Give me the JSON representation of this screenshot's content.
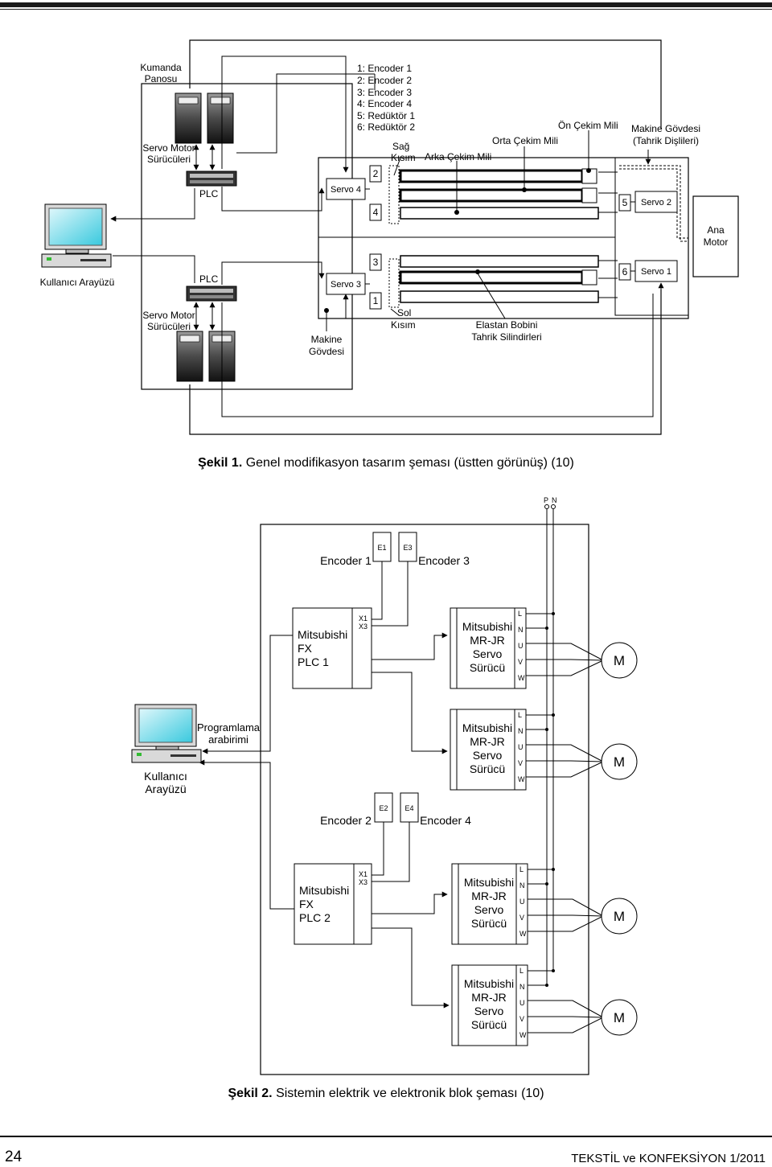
{
  "figure1": {
    "caption_label": "Şekil 1.",
    "caption_text": " Genel modifikasyon tasarım şeması (üstten görünüş) (10)",
    "legend": [
      "1: Encoder 1",
      "2: Encoder 2",
      "3: Encoder 3",
      "4: Encoder 4",
      "5: Redüktör 1",
      "6: Redüktör 2"
    ],
    "labels": {
      "kumanda_1": "Kumanda",
      "kumanda_2": "Panosu",
      "servo_motor_top_1": "Servo Motor",
      "servo_motor_top_2": "Sürücüleri",
      "plc_top": "PLC",
      "plc_bottom": "PLC",
      "servo_motor_bot_1": "Servo Motor",
      "servo_motor_bot_2": "Sürücüleri",
      "user_interface": "Kullanıcı Arayüzü",
      "servo4": "Servo 4",
      "servo3": "Servo 3",
      "servo2": "Servo 2",
      "servo1": "Servo 1",
      "n1": "1",
      "n2": "2",
      "n3": "3",
      "n4": "4",
      "n5": "5",
      "n6": "6",
      "sag_1": "Sağ",
      "sag_2": "Kısım",
      "sol_1": "Sol",
      "sol_2": "Kısım",
      "arka": "Arka Çekim Mili",
      "orta": "Orta Çekim Mili",
      "on": "Ön Çekim Mili",
      "govde_top_1": "Makine Gövdesi",
      "govde_top_2": "(Tahrik Dişlileri)",
      "ana_1": "Ana",
      "ana_2": "Motor",
      "govde_bot_1": "Makine",
      "govde_bot_2": "Gövdesi",
      "elastan_1": "Elastan Bobini",
      "elastan_2": "Tahrik Silindirleri"
    }
  },
  "figure2": {
    "caption_label": "Şekil 2.",
    "caption_text": " Sistemin elektrik ve elektronik blok şeması (10)",
    "labels": {
      "p": "P",
      "n": "N",
      "e1": "E1",
      "e2": "E2",
      "e3": "E3",
      "e4": "E4",
      "enc1": "Encoder 1",
      "enc2": "Encoder 2",
      "enc3": "Encoder 3",
      "enc4": "Encoder 4",
      "x1": "X1",
      "x3": "X3",
      "plc_line1": "Mitsubishi",
      "plc_line2": "FX",
      "plc1_line3": "PLC 1",
      "plc2_line3": "PLC 2",
      "servo_line1": "Mitsubishi",
      "servo_line2": "MR-JR",
      "servo_line3": "Servo",
      "servo_line4": "Sürücü",
      "term_l": "L",
      "term_n": "N",
      "term_u": "U",
      "term_v": "V",
      "term_w": "W",
      "motor": "M",
      "prog_1": "Programlama",
      "prog_2": "arabirimi",
      "user_1": "Kullanıcı",
      "user_2": "Arayüzü"
    }
  },
  "footer": {
    "page": "24",
    "journal": "TEKSTİL ve KONFEKSİYON   1/2011"
  }
}
